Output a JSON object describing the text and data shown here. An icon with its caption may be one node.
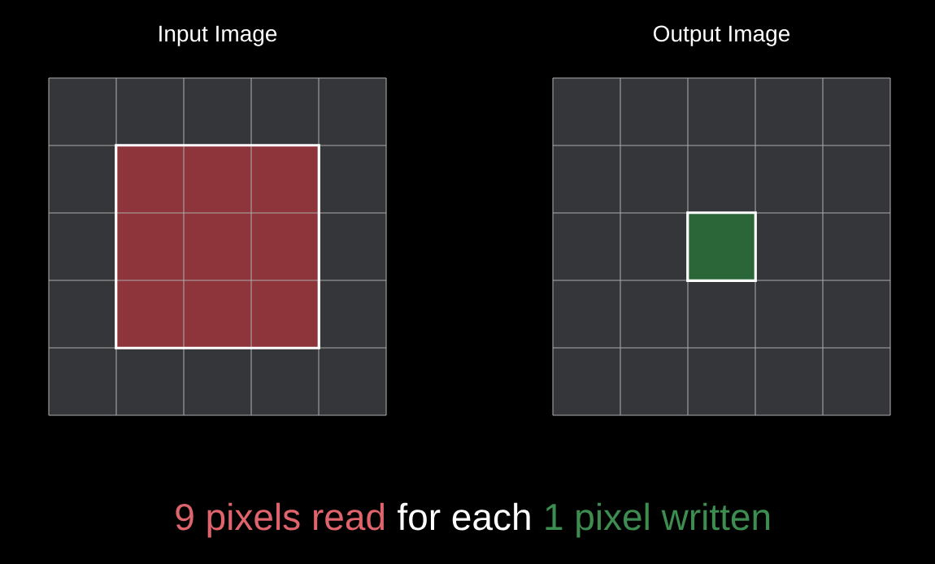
{
  "diagram": {
    "nodes": [
      {
        "text": [
          "Input Image"
        ]
      },
      {
        "text": [],
        "shape": "box",
        "in": 0
      },
      {
        "text": [
          "Output Image"
        ]
      },
      {
        "text": [],
        "shape": "box",
        "in": 2
      }
    ],
    "labels": [
      "9 pixels read",
      "for each",
      "1 pixel written"
    ]
  }
}
